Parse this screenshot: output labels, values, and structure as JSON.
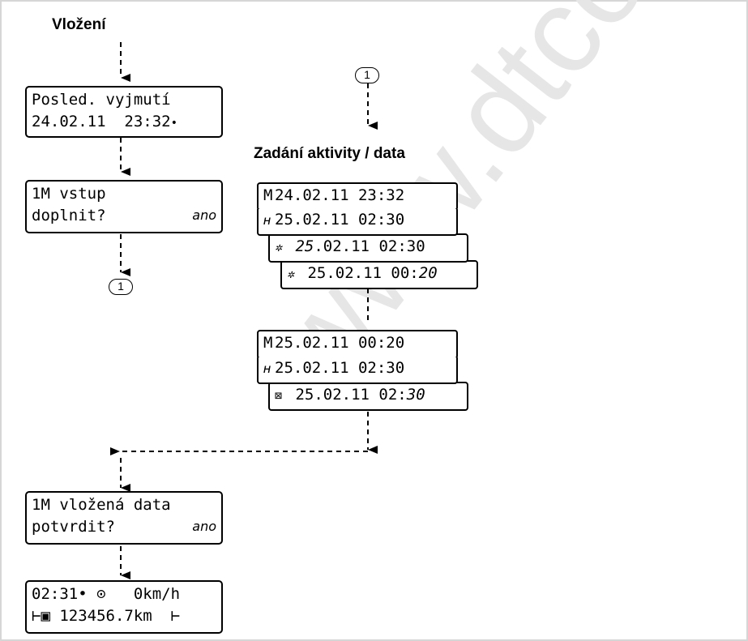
{
  "watermark": "www.dtco.vdo.",
  "title_insertion": "Vložení",
  "title_entry": "Zadání aktivity / data",
  "marker": "1",
  "screens": {
    "last_withdrawal": {
      "line1": "Posled. vyjmutí",
      "line2": "24.02.11  23:32",
      "line2_symbol": "•"
    },
    "supplement": {
      "line1": "1M vstup",
      "line2": "doplnit?",
      "option": "ano"
    },
    "confirm": {
      "line1": "1M vložená data",
      "line2": "potvrdit?",
      "option": "ano"
    },
    "standard": {
      "line1": "02:31• ⊙   0km/h",
      "line2": "⊢▣ 123456.7km  ⊢"
    }
  },
  "entry_group_1": {
    "rows": [
      {
        "symbol": "M",
        "date": "24.02.11",
        "time": "23:32"
      },
      {
        "symbol": "ʜ",
        "date": "25.02.11",
        "time": "02:30"
      },
      {
        "symbol": "✲",
        "date_emph": "25",
        "date_rest": ".02.11",
        "time": "02:30"
      },
      {
        "symbol": "✲",
        "date": "25.02.11",
        "time_plain": "00:",
        "time_emph": "20"
      }
    ]
  },
  "entry_group_2": {
    "rows": [
      {
        "symbol": "M",
        "date": "25.02.11",
        "time": "00:20"
      },
      {
        "symbol": "ʜ",
        "date": "25.02.11",
        "time": "02:30"
      },
      {
        "symbol": "⊠",
        "date": "25.02.11",
        "time_plain": "02:",
        "time_emph": "30"
      }
    ]
  }
}
